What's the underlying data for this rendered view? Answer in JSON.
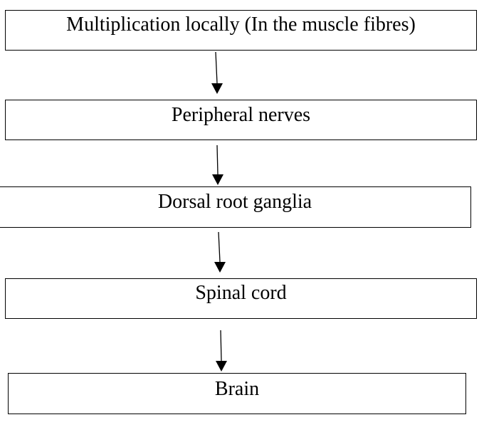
{
  "flowchart": {
    "steps": [
      {
        "label": "Multiplication locally (In the muscle fibres)"
      },
      {
        "label": "Peripheral nerves"
      },
      {
        "label": "Dorsal root ganglia"
      },
      {
        "label": "Spinal cord"
      },
      {
        "label": "Brain"
      }
    ]
  },
  "colors": {
    "stroke": "#000000",
    "background": "#ffffff"
  }
}
